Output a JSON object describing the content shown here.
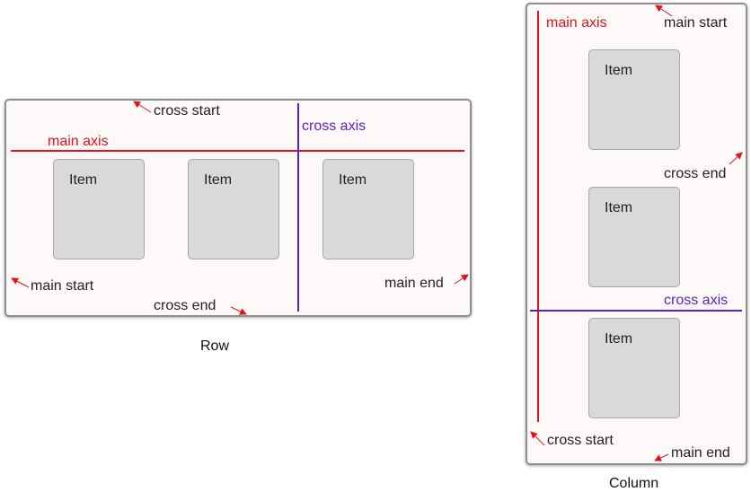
{
  "colors": {
    "main_axis": "#e0141e",
    "cross_axis": "#5a1cd6",
    "arrow": "#e0141e"
  },
  "row": {
    "caption": "Row",
    "item_labels": [
      "Item",
      "Item",
      "Item"
    ],
    "main_axis_label": "main axis",
    "cross_axis_label": "cross axis",
    "main_start": "main start",
    "main_end": "main end",
    "cross_start": "cross start",
    "cross_end": "cross end"
  },
  "column": {
    "caption": "Column",
    "item_labels": [
      "Item",
      "Item",
      "Item"
    ],
    "main_axis_label": "main axis",
    "cross_axis_label": "cross axis",
    "main_start": "main start",
    "main_end": "main end",
    "cross_start": "cross start",
    "cross_end": "cross end"
  }
}
